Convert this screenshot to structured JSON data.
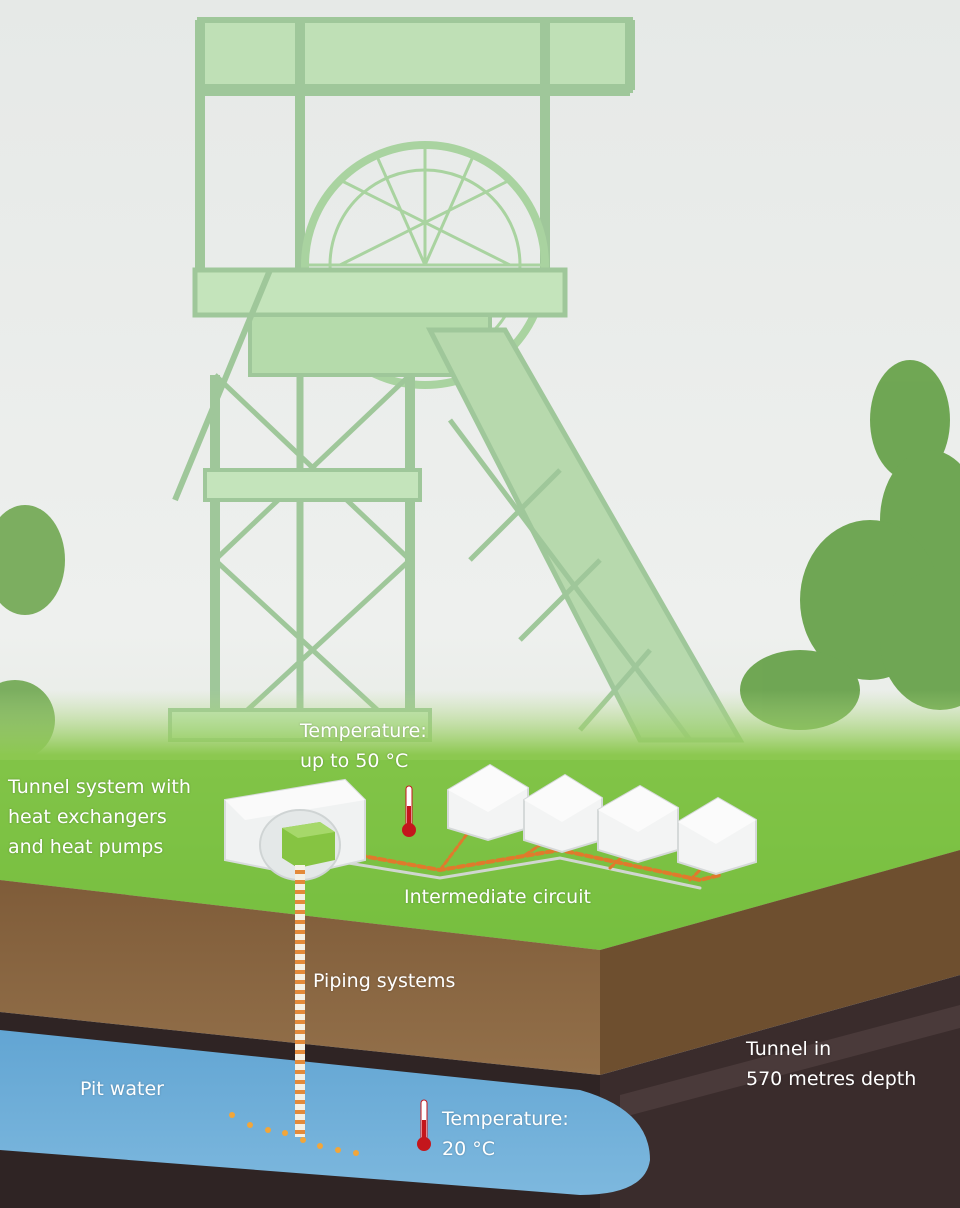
{
  "labels": {
    "surface_temperature": "Temperature:\nup to  50 °C",
    "tunnel_system": "Tunnel system with\nheat exchangers\nand heat pumps",
    "intermediate_circuit": "Intermediate circuit",
    "piping_systems": "Piping systems",
    "pit_water": "Pit water",
    "pit_temperature": "Temperature:\n20 °C",
    "tunnel_depth": "Tunnel in\n570 metres depth"
  },
  "icons": {
    "headframe": "mine-headframe-icon",
    "thermometer": "thermometer-icon",
    "building": "building-icon",
    "tree": "tree-foliage-icon"
  },
  "colors": {
    "sky": "#e9ecea",
    "headframe": "#b9dcb0",
    "grass": "#7cc242",
    "soil": "#8a6640",
    "rock": "#3a2c2c",
    "pit_water": "#6faed8",
    "pipe_hot": "#e07a2c",
    "thermometer": "#c4161c",
    "label_text": "#ffffff"
  }
}
